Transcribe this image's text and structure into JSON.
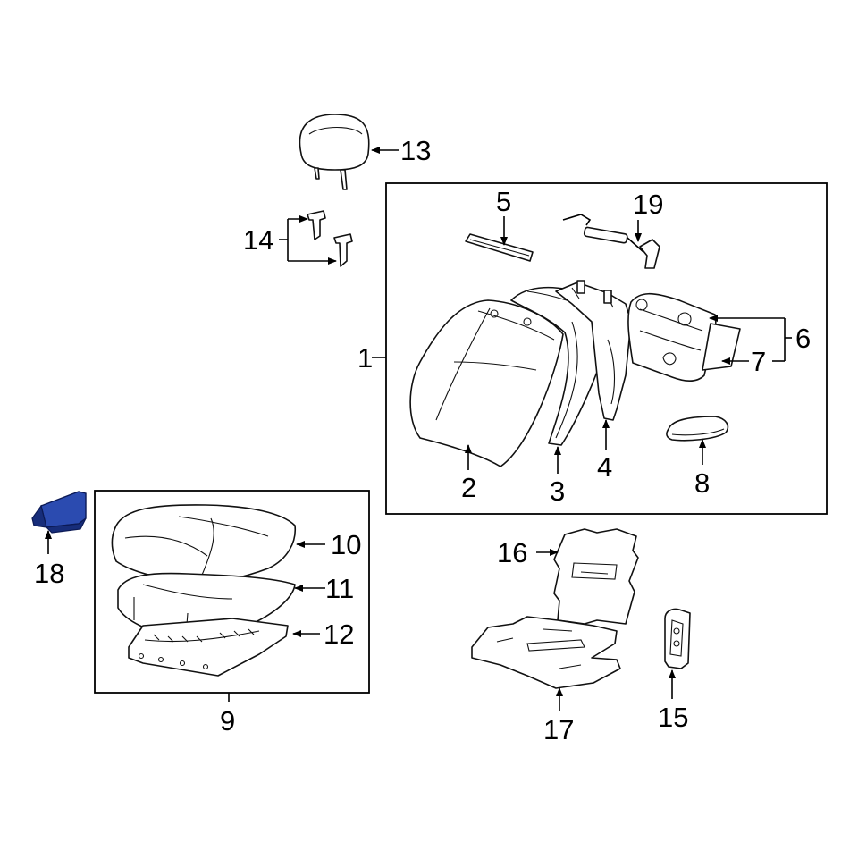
{
  "highlight_color": "#2b4bb0",
  "callouts": {
    "p1": "1",
    "p2": "2",
    "p3": "3",
    "p4": "4",
    "p5": "5",
    "p6": "6",
    "p7": "7",
    "p8": "8",
    "p9": "9",
    "p10": "10",
    "p11": "11",
    "p12": "12",
    "p13": "13",
    "p14": "14",
    "p15": "15",
    "p16": "16",
    "p17": "17",
    "p18": "18",
    "p19": "19"
  },
  "highlighted_part": "18"
}
